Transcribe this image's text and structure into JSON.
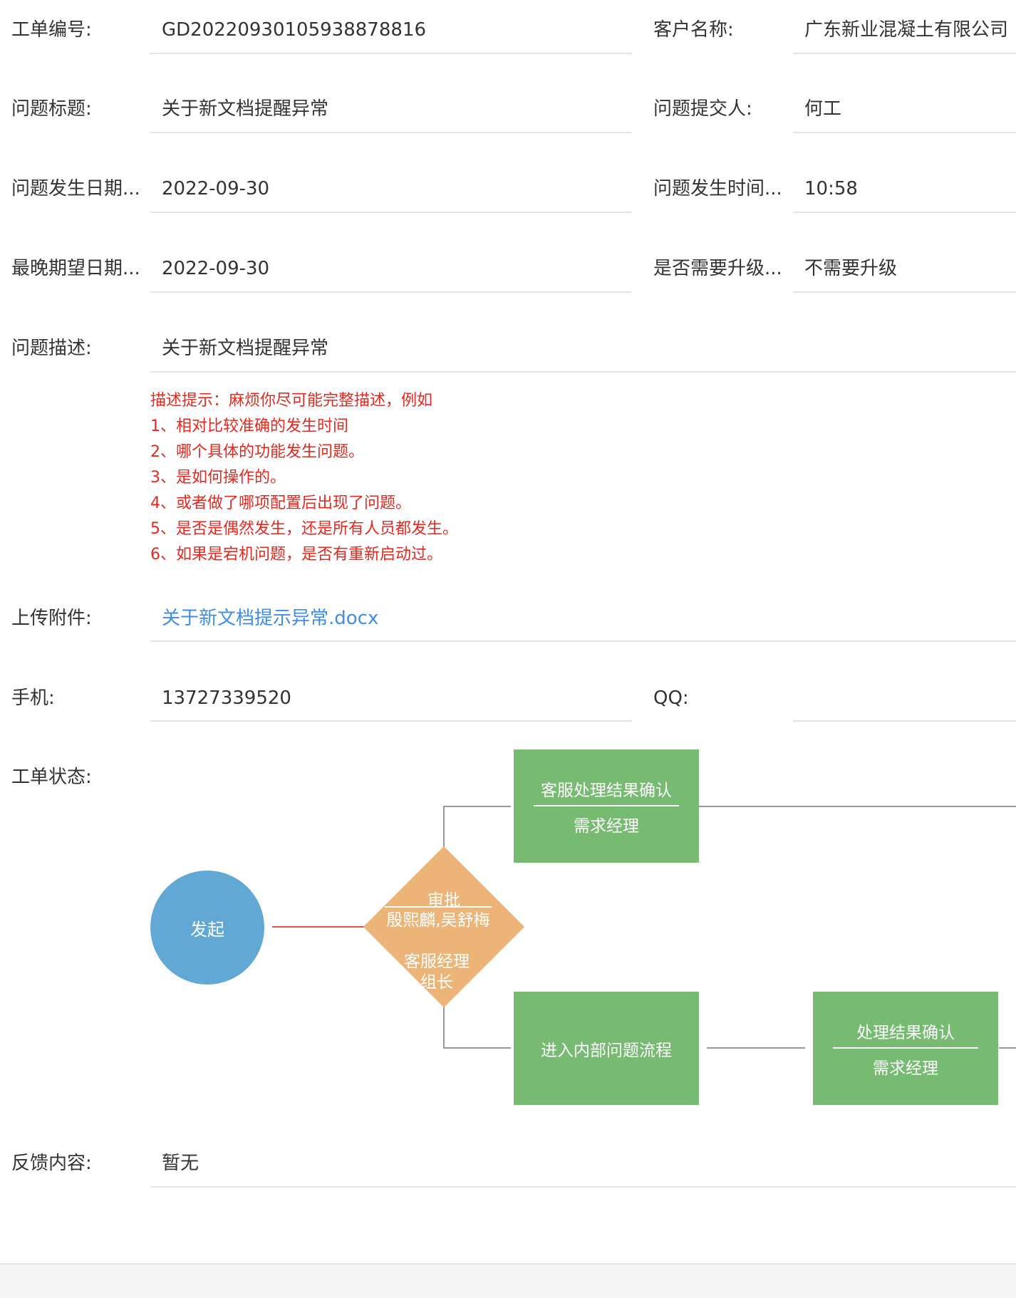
{
  "form": {
    "order_no": {
      "label": "工单编号:",
      "value": "GD20220930105938878816"
    },
    "customer": {
      "label": "客户名称:",
      "value": "广东新业混凝土有限公司"
    },
    "title": {
      "label": "问题标题:",
      "value": "关于新文档提醒异常"
    },
    "submitter": {
      "label": "问题提交人:",
      "value": "何工"
    },
    "occur_date": {
      "label": "问题发生日期...",
      "value": "2022-09-30"
    },
    "occur_time": {
      "label": "问题发生时间...",
      "value": "10:58"
    },
    "expected_date": {
      "label": "最晚期望日期...",
      "value": "2022-09-30"
    },
    "upgrade": {
      "label": "是否需要升级...",
      "value": "不需要升级"
    },
    "description": {
      "label": "问题描述:",
      "value": "关于新文档提醒异常"
    },
    "hint": [
      "描述提示：麻烦你尽可能完整描述，例如",
      "1、相对比较准确的发生时间",
      "2、哪个具体的功能发生问题。",
      "3、是如何操作的。",
      "4、或者做了哪项配置后出现了问题。",
      "5、是否是偶然发生，还是所有人员都发生。",
      "6、如果是宕机问题，是否有重新启动过。"
    ],
    "attachment": {
      "label": "上传附件:",
      "value": "关于新文档提示异常.docx"
    },
    "phone": {
      "label": "手机:",
      "value": "13727339520"
    },
    "qq": {
      "label": "QQ:",
      "value": ""
    },
    "status": {
      "label": "工单状态:"
    },
    "feedback": {
      "label": "反馈内容:",
      "value": "暂无"
    }
  },
  "flow": {
    "start": "发起",
    "approve": {
      "title": "审批",
      "people": "殷熙麟,吴舒梅",
      "roles": [
        "客服经理",
        "组长"
      ]
    },
    "confirm": {
      "title": "客服处理结果确认",
      "role": "需求经理"
    },
    "internal": {
      "title": "进入内部问题流程"
    },
    "result": {
      "title": "处理结果确认",
      "role": "需求经理"
    }
  },
  "colors": {
    "start_node": "#62a8d4",
    "approve_node": "#edb478",
    "step_node": "#76bb71",
    "hint_text": "#e8281e",
    "link_text": "#3d8ee8"
  }
}
